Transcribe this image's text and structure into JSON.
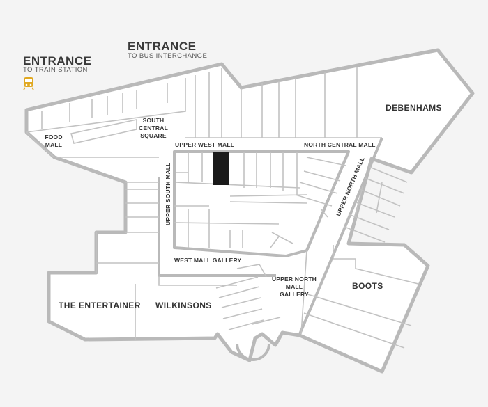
{
  "entrances": {
    "bus": {
      "title": "ENTRANCE",
      "subtitle": "TO BUS INTERCHANGE"
    },
    "train": {
      "title": "ENTRANCE",
      "subtitle": "TO TRAIN STATION"
    }
  },
  "stores": {
    "debenhams": "DEBENHAMS",
    "boots": "BOOTS",
    "wilkinsons": "WILKINSONS",
    "entertainer": "THE ENTERTAINER"
  },
  "areas": {
    "food_mall": "FOOD MALL",
    "south_central_square": "SOUTH CENTRAL SQUARE",
    "upper_west_mall": "UPPER WEST MALL",
    "north_central_mall": "NORTH CENTRAL MALL",
    "upper_north_mall": "UPPER NORTH MALL",
    "upper_south_mall": "UPPER SOUTH MALL",
    "west_mall_gallery": "WEST MALL GALLERY",
    "upper_north_mall_gallery": "UPPER NORTH MALL GALLERY"
  },
  "colors": {
    "wall": "#b9b9b9",
    "highlight": "#1a1a1a",
    "train_icon": "#e0a820"
  },
  "icons": {
    "train": "train-icon"
  }
}
